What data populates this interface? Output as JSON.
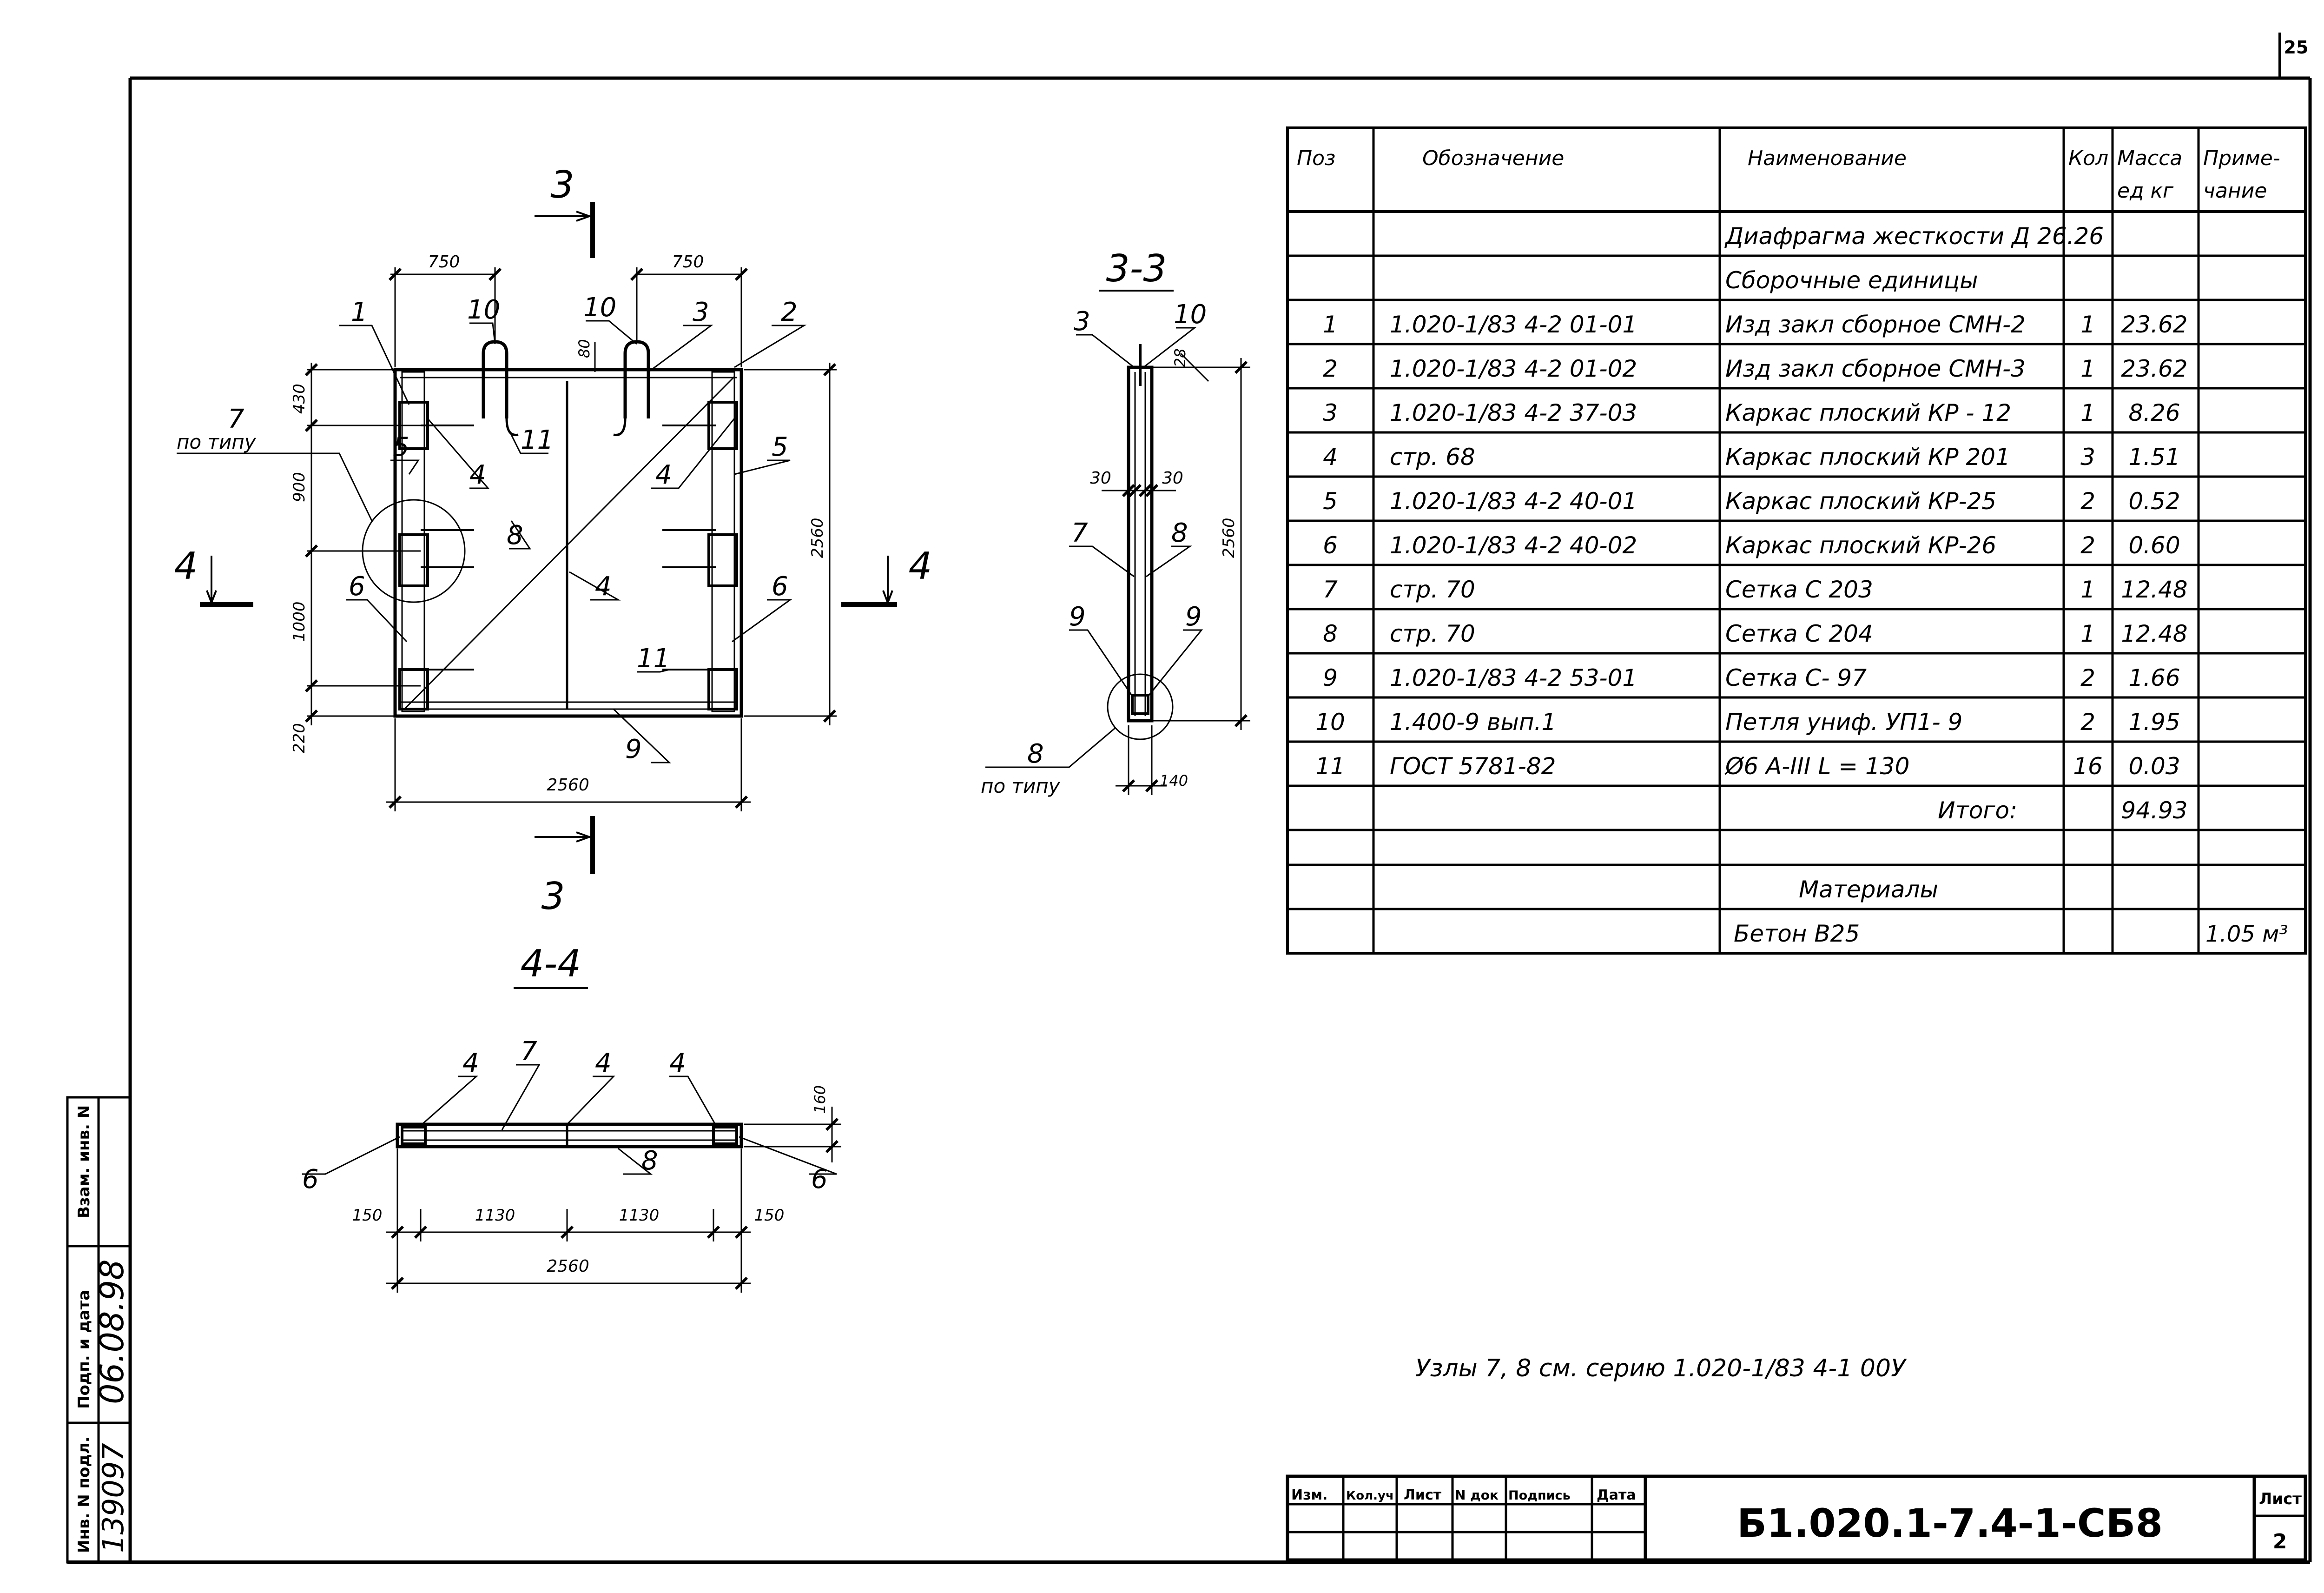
{
  "page_number": "25",
  "drawing": {
    "section_label_3": "3",
    "section_33": "3-3",
    "section_44": "4-4",
    "section_label_4": "4",
    "po_tipu": "по типу",
    "callouts": {
      "c1": "1",
      "c2": "2",
      "c3": "3",
      "c4": "4",
      "c5": "5",
      "c6": "6",
      "c7": "7",
      "c8": "8",
      "c9": "9",
      "c10": "10",
      "c11": "11"
    },
    "dims": {
      "d750": "750",
      "d80": "80",
      "d430": "430",
      "d900": "900",
      "d1000": "1000",
      "d220": "220",
      "d2560": "2560",
      "d28": "28",
      "d30": "30",
      "d140": "140",
      "d160": "160",
      "d150": "150",
      "d1130": "1130"
    }
  },
  "spec_table": {
    "headers": {
      "poz": "Поз",
      "designation": "Обозначение",
      "name": "Наименование",
      "qty": "Кол",
      "mass_1": "Масса",
      "mass_2": "ед кг",
      "note_1": "Приме-",
      "note_2": "чание"
    },
    "rows": [
      {
        "poz": "",
        "designation": "",
        "name": "Диафрагма жесткости Д 26.26",
        "qty": "",
        "mass": "",
        "note": ""
      },
      {
        "poz": "",
        "designation": "",
        "name": "Сборочные единицы",
        "qty": "",
        "mass": "",
        "note": ""
      },
      {
        "poz": "1",
        "designation": "1.020-1/83 4-2 01-01",
        "name": "Изд закл сборное СМН-2",
        "qty": "1",
        "mass": "23.62",
        "note": ""
      },
      {
        "poz": "2",
        "designation": "1.020-1/83 4-2 01-02",
        "name": "Изд закл сборное СМН-3",
        "qty": "1",
        "mass": "23.62",
        "note": ""
      },
      {
        "poz": "3",
        "designation": "1.020-1/83 4-2 37-03",
        "name": "Каркас плоский КР - 12",
        "qty": "1",
        "mass": "8.26",
        "note": ""
      },
      {
        "poz": "4",
        "designation": "стр. 68",
        "name": "Каркас плоский КР 201",
        "qty": "3",
        "mass": "1.51",
        "note": ""
      },
      {
        "poz": "5",
        "designation": "1.020-1/83 4-2 40-01",
        "name": "Каркас плоский КР-25",
        "qty": "2",
        "mass": "0.52",
        "note": ""
      },
      {
        "poz": "6",
        "designation": "1.020-1/83 4-2 40-02",
        "name": "Каркас плоский КР-26",
        "qty": "2",
        "mass": "0.60",
        "note": ""
      },
      {
        "poz": "7",
        "designation": "стр. 70",
        "name": "Сетка С 203",
        "qty": "1",
        "mass": "12.48",
        "note": ""
      },
      {
        "poz": "8",
        "designation": "стр. 70",
        "name": "Сетка С 204",
        "qty": "1",
        "mass": "12.48",
        "note": ""
      },
      {
        "poz": "9",
        "designation": "1.020-1/83 4-2 53-01",
        "name": "Сетка С- 97",
        "qty": "2",
        "mass": "1.66",
        "note": ""
      },
      {
        "poz": "10",
        "designation": "1.400-9 вып.1",
        "name": "Петля униф. УП1- 9",
        "qty": "2",
        "mass": "1.95",
        "note": ""
      },
      {
        "poz": "11",
        "designation": "ГОСТ 5781-82",
        "name": "Ø6 А-III L = 130",
        "qty": "16",
        "mass": "0.03",
        "note": ""
      },
      {
        "poz": "",
        "designation": "",
        "name": "Итого:",
        "qty": "",
        "mass": "94.93",
        "note": ""
      },
      {
        "poz": "",
        "designation": "",
        "name": "",
        "qty": "",
        "mass": "",
        "note": ""
      },
      {
        "poz": "",
        "designation": "",
        "name": "Материалы",
        "qty": "",
        "mass": "",
        "note": ""
      },
      {
        "poz": "",
        "designation": "",
        "name": "Бетон В25",
        "qty": "",
        "mass": "",
        "note": "1.05 м³"
      }
    ]
  },
  "note": "Узлы 7, 8 см. серию 1.020-1/83 4-1 00У",
  "title_block": {
    "labels": {
      "izm": "Изм.",
      "kol": "Кол.уч",
      "list": "Лист",
      "ndok": "N док",
      "podpis": "Подпись",
      "data": "Дата",
      "sheet": "Лист"
    },
    "designation": "Б1.020.1-7.4-1-СБ8",
    "sheet_number": "2"
  },
  "side_stamp": {
    "inv_podl_label": "Инв. N подл.",
    "inv_podl_value": "139097",
    "podp_label": "Подп. и дата",
    "podp_value": "06.08.98",
    "vzam_label": "Взам. инв. N"
  }
}
